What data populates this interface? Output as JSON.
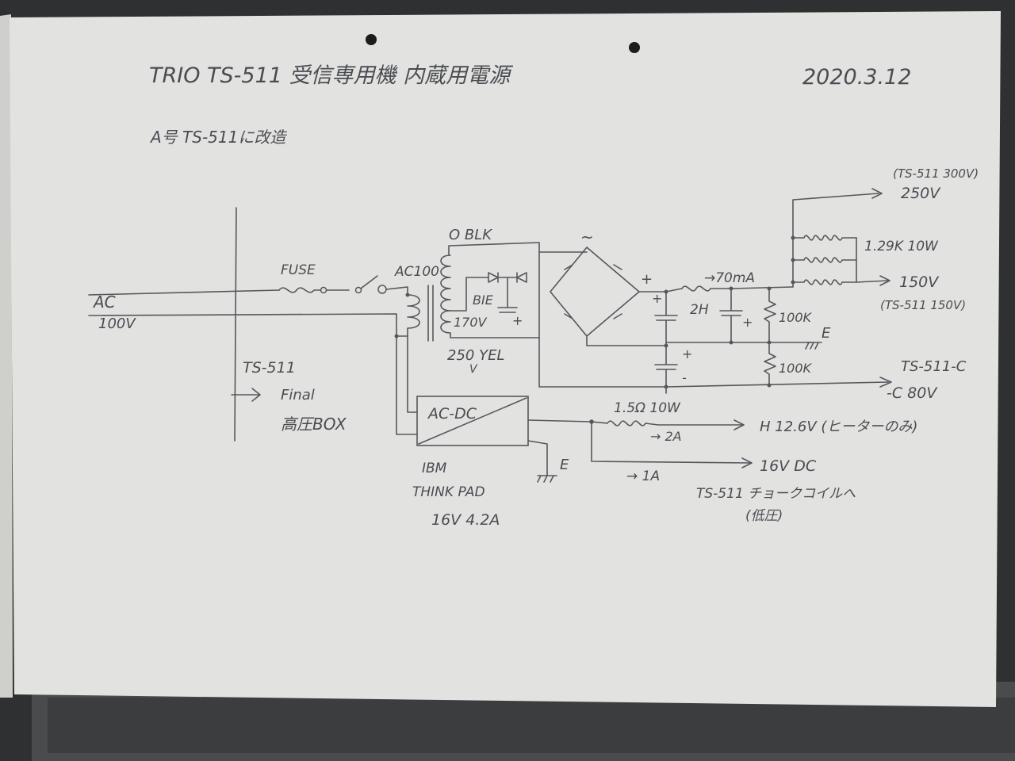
{
  "header": {
    "title": "TRIO TS-511 受信専用機 内蔵用電源",
    "date": "2020.3.12",
    "subtitle": "A号 TS-511に改造"
  },
  "labels": {
    "ac_line": "AC",
    "ac_voltage": "100V",
    "fuse": "FUSE",
    "ac100": "AC100",
    "blk": "O BLK",
    "bie": "BIE",
    "v170": "170V",
    "yel": "250 YEL",
    "yel_v": "V",
    "tilde": "~",
    "ts511_box": "TS-511",
    "final": "Final",
    "hv_box": "高圧BOX",
    "acdc": "AC-DC",
    "ibm": "IBM",
    "thinkpad": "THINK PAD",
    "adapter_spec": "16V 4.2A",
    "earth": "E",
    "earth2": "E",
    "choke": "2H",
    "current": "→70mA",
    "r1": "100K",
    "r2": "100K",
    "r_drop": "1.29K 10W",
    "out_250_note": "(TS-511 300V)",
    "out_250": "250V",
    "out_150": "150V",
    "out_150_note": "(TS-511 150V)",
    "out_c_label": "TS-511-C",
    "out_c": "-C 80V",
    "r_heater": "1.5Ω 10W",
    "heater_current": "→ 2A",
    "heater_out": "H  12.6V (ヒーターのみ)",
    "dc_current": "→ 1A",
    "dc_out": "16V  DC",
    "dc_note": "TS-511 チョークコイルへ",
    "dc_note2": "(低圧)",
    "plus": "+",
    "minus": "-"
  },
  "colors": {
    "paper": "#e4e5e2",
    "ink": "#4a4c52",
    "background": "#3a3b3c"
  }
}
